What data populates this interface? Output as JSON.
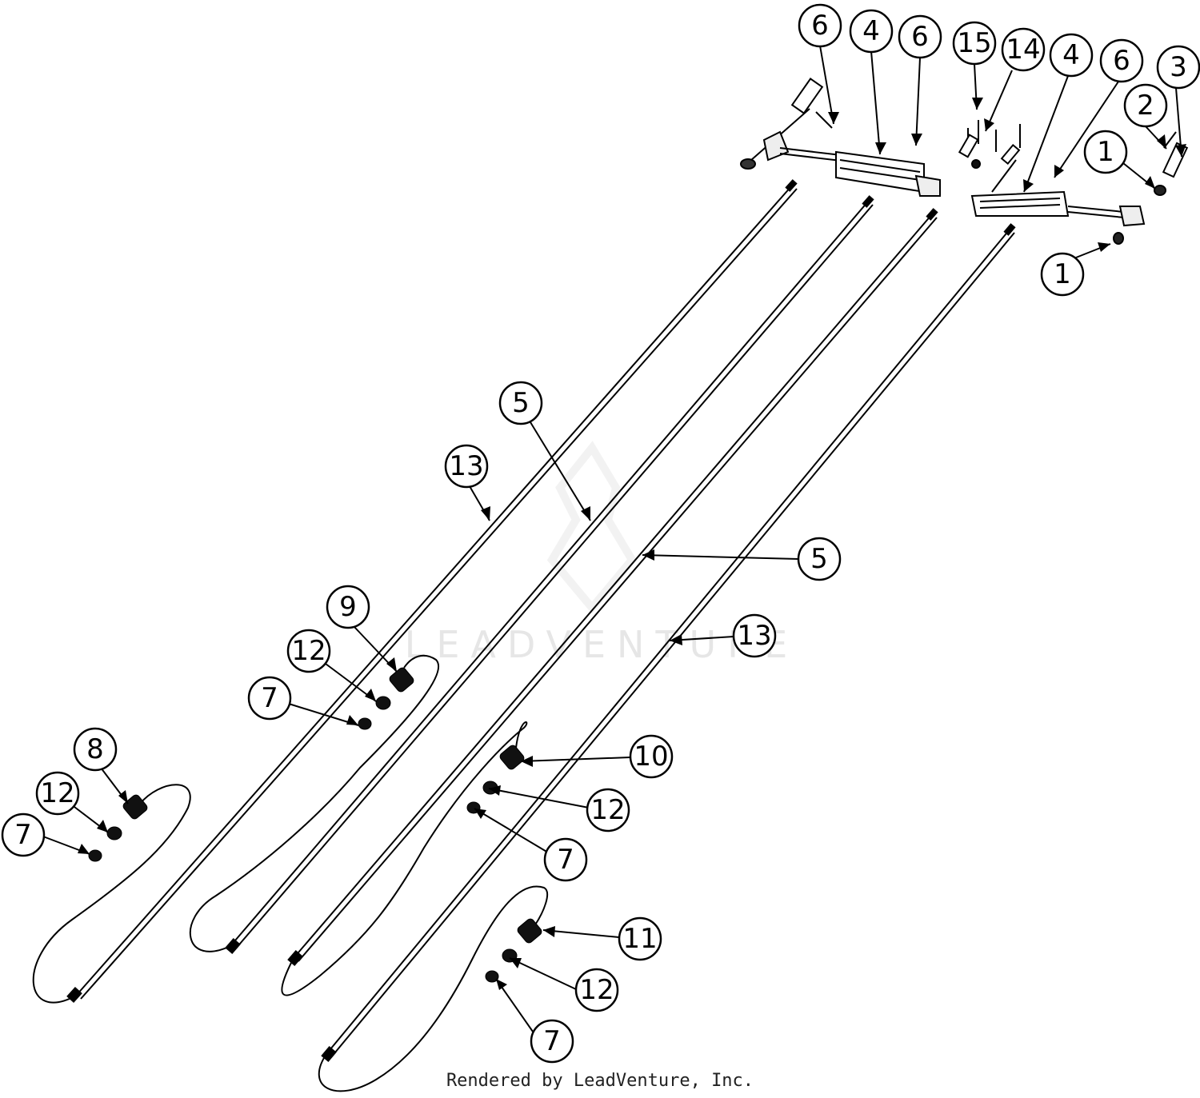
{
  "diagram": {
    "footer": "Rendered by LeadVenture, Inc.",
    "watermark": "LEADVENTURE",
    "callouts": [
      "6",
      "4",
      "6",
      "15",
      "14",
      "4",
      "6",
      "3",
      "2",
      "1",
      "1",
      "5",
      "13",
      "5",
      "9",
      "12",
      "7",
      "13",
      "8",
      "12",
      "7",
      "10",
      "12",
      "7",
      "11",
      "12",
      "7"
    ]
  }
}
